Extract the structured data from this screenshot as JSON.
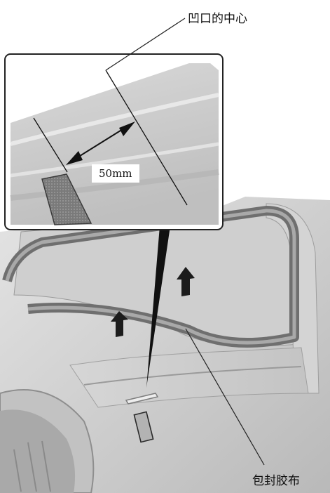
{
  "callouts": {
    "notch_center": "凹口的中心",
    "wrap_tape": "包封胶布"
  },
  "dimension": {
    "label": "50mm"
  },
  "colors": {
    "body_light": "#d9d9d9",
    "body_mid": "#bdbdbd",
    "body_dark": "#8c8c8c",
    "seal": "#6e6e6e",
    "arrow": "#1a1a1a",
    "tape": "#a8a8a8"
  }
}
